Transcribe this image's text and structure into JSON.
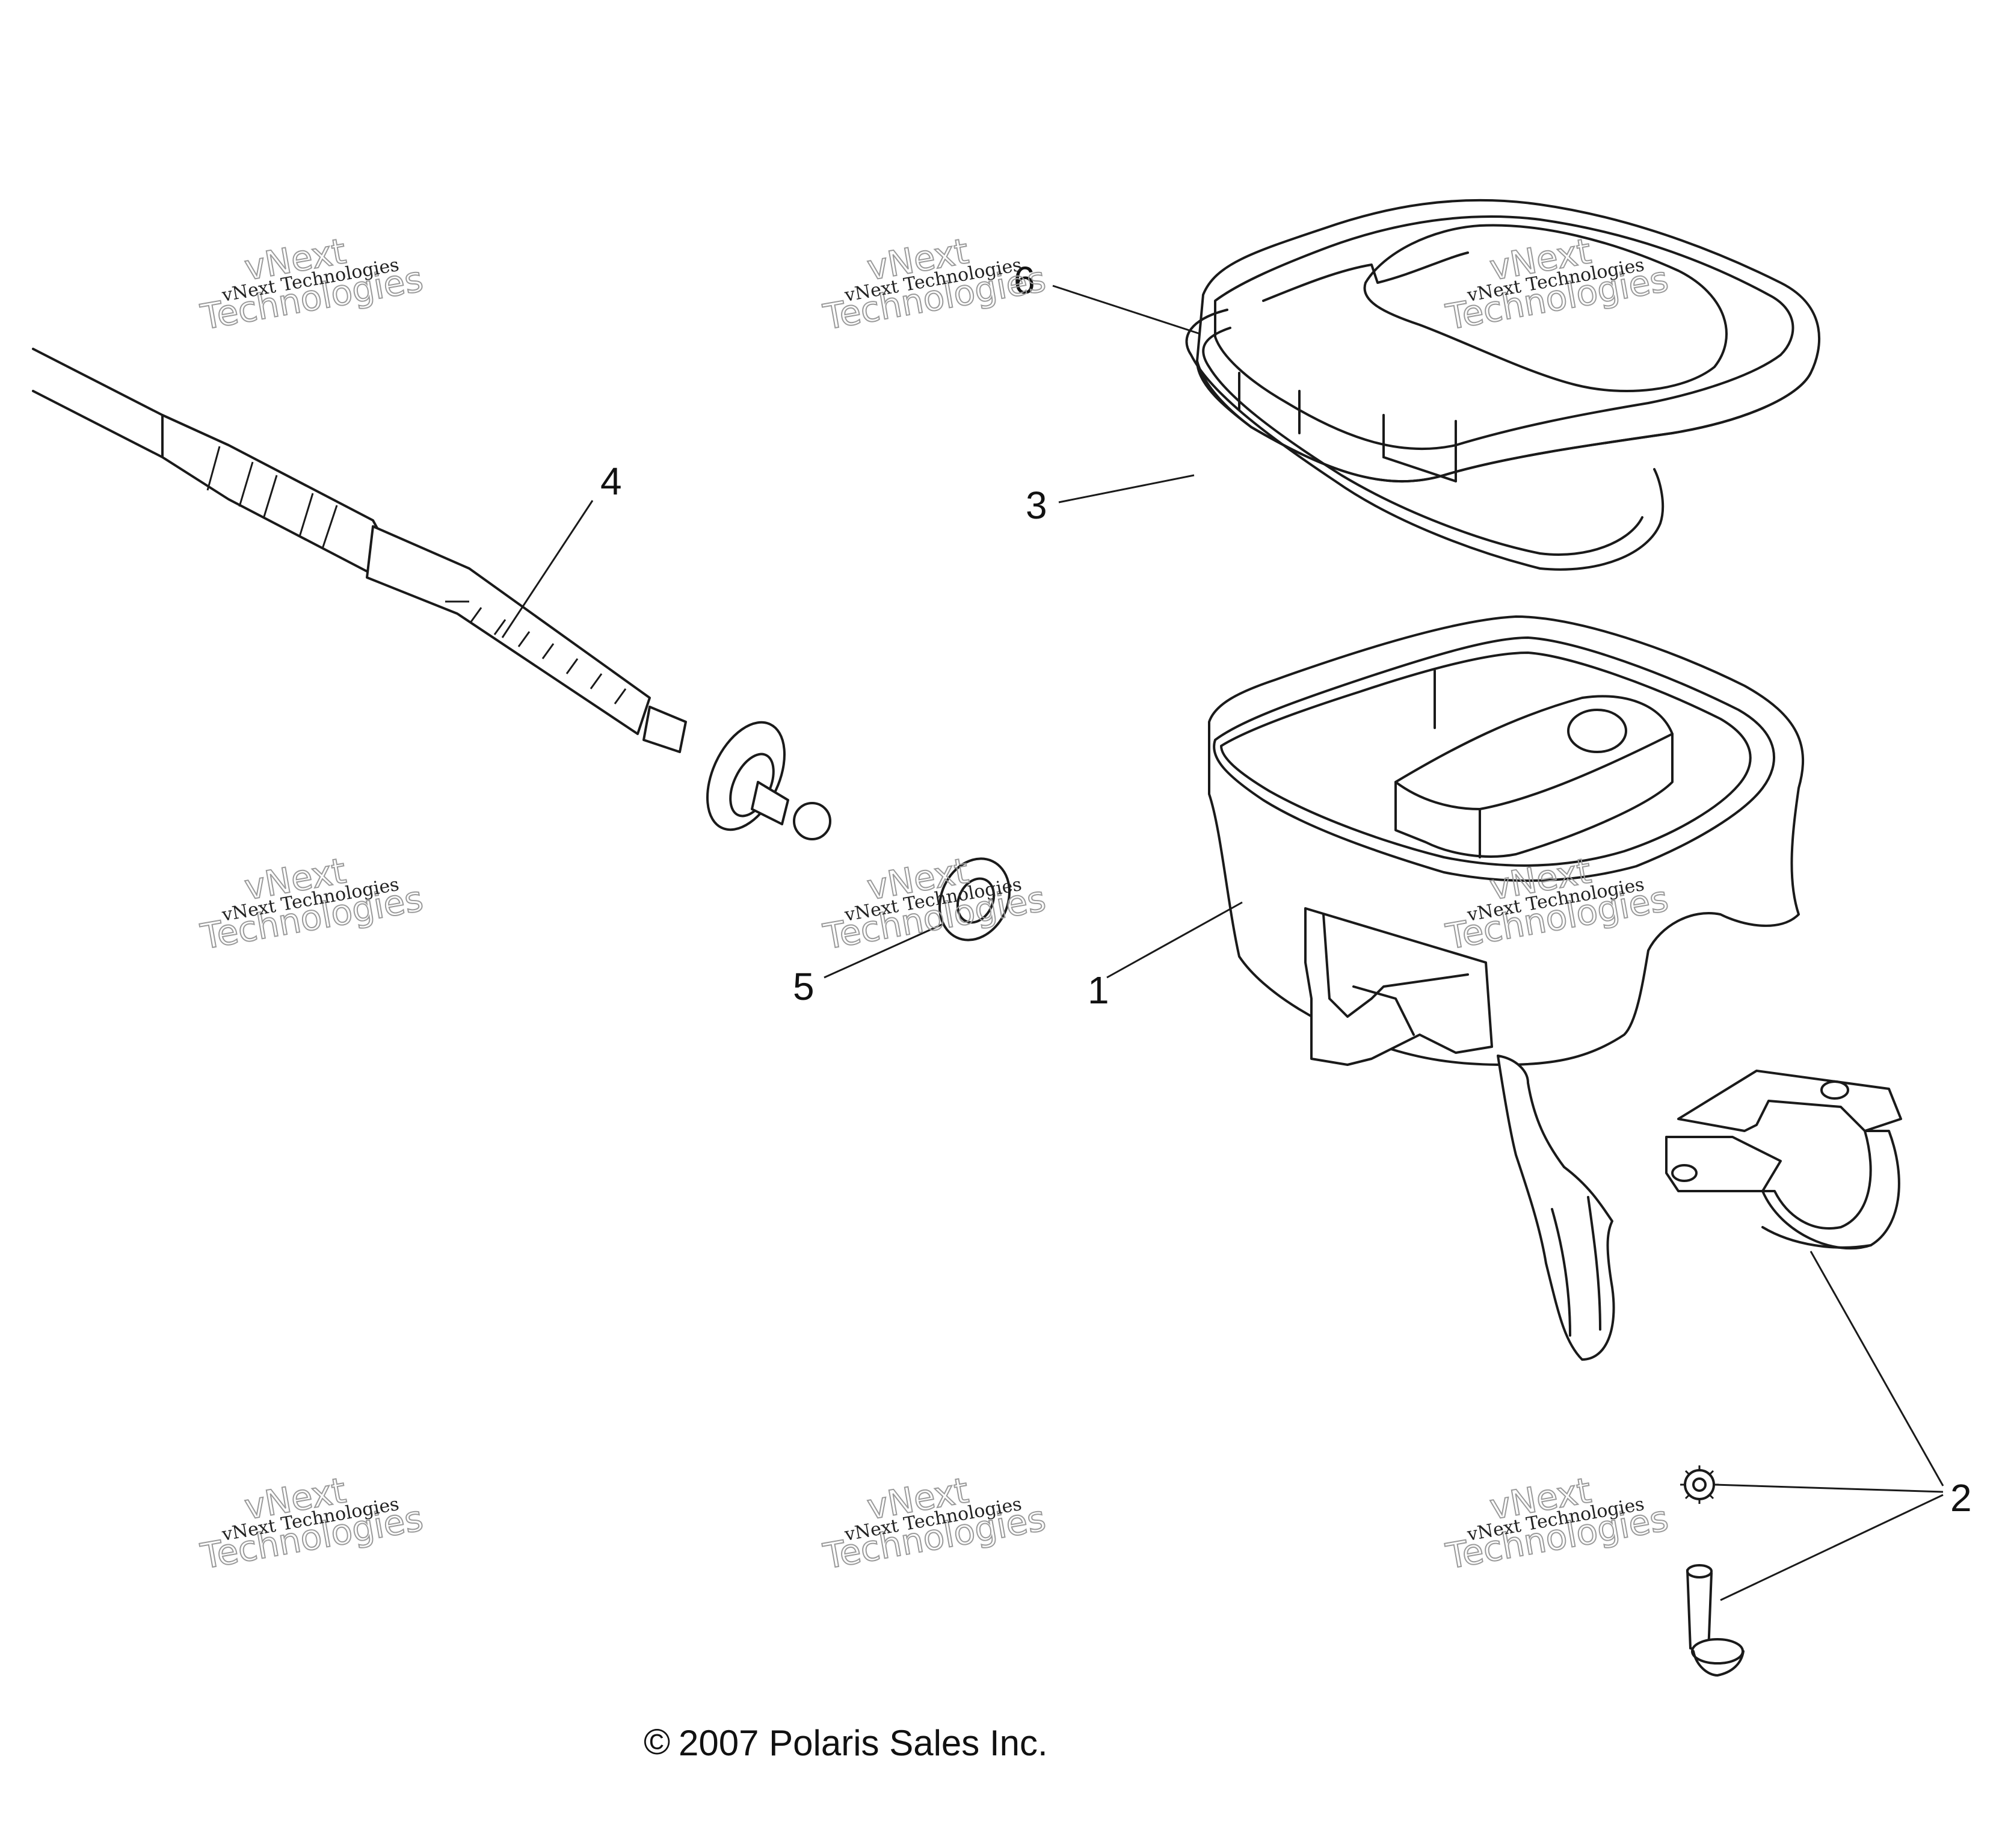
{
  "callouts": {
    "c1": "1",
    "c2": "2",
    "c3": "3",
    "c4": "4",
    "c5": "5",
    "c6": "6"
  },
  "footer": {
    "copyright_symbol": "©",
    "copyright_text": "2007 Polaris Sales Inc."
  },
  "watermark": {
    "line1": "vNext Technologies",
    "big_top": "vNext",
    "big_bottom": "Technologies"
  },
  "colors": {
    "line": "#1a1a1a",
    "watermark": "#9a9a9a",
    "background": "#ffffff"
  }
}
